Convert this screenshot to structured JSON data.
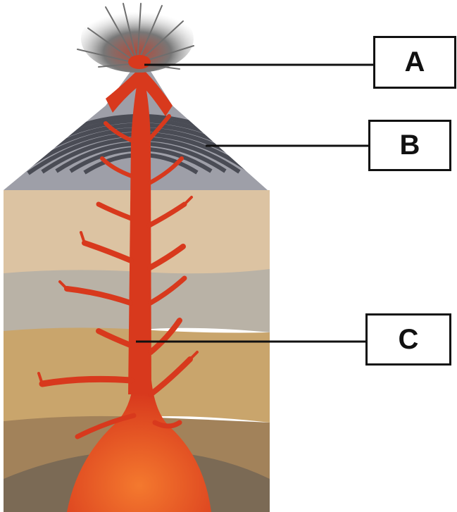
{
  "labels": {
    "a": "A",
    "b": "B",
    "c": "C"
  },
  "colors": {
    "magma": "#d8391d",
    "magma_glow": "#f06a2a",
    "cone_light": "#9e9fa8",
    "cone_dark": "#4a4c55",
    "ash": "#777777",
    "leader_line": "#111111"
  },
  "parts": [
    "ash-cloud",
    "volcanic-cone",
    "magma-conduit",
    "rock-strata",
    "magma-chamber"
  ]
}
